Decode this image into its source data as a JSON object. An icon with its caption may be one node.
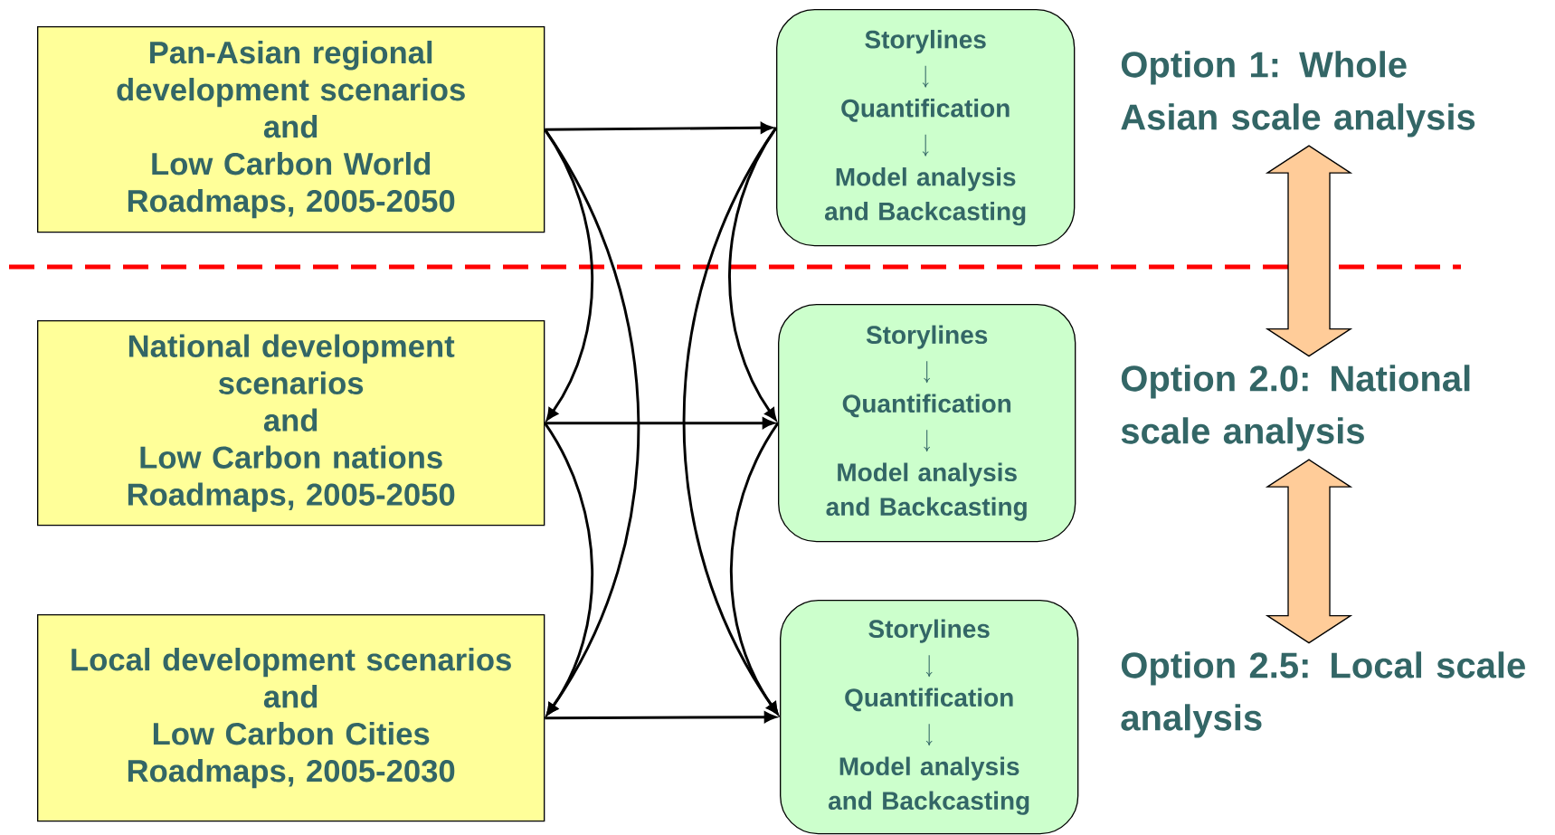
{
  "diagram": {
    "nodes": [
      {
        "text": [
          "Pan-Asian regional development scenarios",
          "and",
          "Low Carbon World Roadmaps, 2005-2050"
        ]
      },
      {
        "text": [
          "National development scenarios",
          "and",
          "Low Carbon nations Roadmaps, 2005-2050"
        ]
      },
      {
        "text": [
          "Local development scenarios",
          "and",
          "Low Carbon Cities Roadmaps, 2005-2030"
        ]
      },
      {
        "text": [
          "Storylines",
          "Quantification",
          "Model analysis and Backcasting"
        ]
      },
      {
        "text": [
          "Storylines",
          "Quantification",
          "Model analysis and Backcasting"
        ]
      },
      {
        "text": [
          "Storylines",
          "Quantification",
          "Model analysis and Backcasting"
        ]
      },
      {
        "text": [
          "Option 1: Whole Asian scale analysis"
        ]
      },
      {
        "text": [
          "Option 2.0: National scale analysis"
        ]
      },
      {
        "text": [
          "Option 2.5: Local scale analysis"
        ]
      }
    ],
    "edges": [
      {
        "from": 0,
        "to": 3,
        "arrow": "to"
      },
      {
        "from": 0,
        "to": 1,
        "arrow": "to"
      },
      {
        "from": 0,
        "to": 2,
        "arrow": "to"
      },
      {
        "from": 1,
        "to": 4,
        "arrow": "to"
      },
      {
        "from": 1,
        "to": 2,
        "arrow": "to"
      },
      {
        "from": 2,
        "to": 5,
        "arrow": "to"
      },
      {
        "from": 3,
        "to": 4,
        "arrow": "to"
      },
      {
        "from": 3,
        "to": 5,
        "arrow": "to"
      },
      {
        "from": 4,
        "to": 5,
        "arrow": "to"
      },
      {
        "from": 6,
        "to": 7,
        "arrow": "both",
        "color": "#ffcc99"
      },
      {
        "from": 7,
        "to": 8,
        "arrow": "both",
        "color": "#ffcc99"
      }
    ]
  }
}
